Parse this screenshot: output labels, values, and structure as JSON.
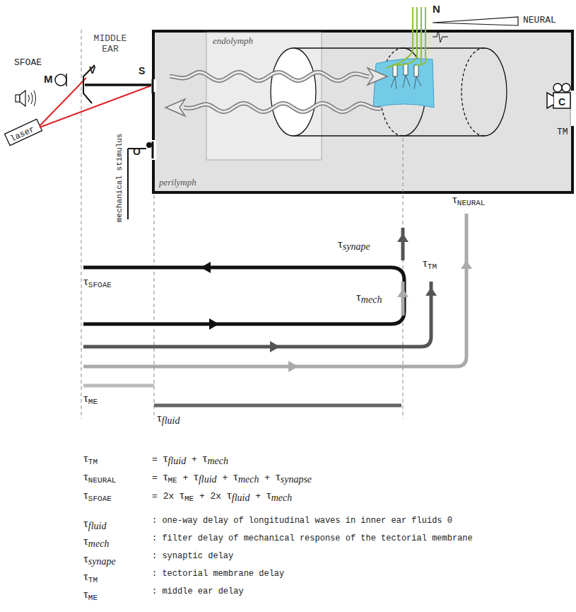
{
  "diagram": {
    "nodes": [
      {
        "text": [
          "endolymph",
          "perilymph"
        ]
      }
    ],
    "labels": [
      "MIDDLE EAR",
      "SFOAE",
      "M",
      "V",
      "S",
      "O",
      "laser",
      "mechanical stimulus",
      "N",
      "NEURAL",
      "C",
      "TM",
      "τNEURAL",
      "τsynape",
      "τTM",
      "τmech",
      "τSFOAE",
      "τME",
      "τfluid",
      "τTM",
      "= τfluid + τmech",
      "τNEURAL",
      "= τME + τfluid + τmech + τsynapse",
      "τSFOAE",
      "= 2x τME + 2x τfluid + τmech",
      "τfluid",
      ": one-way delay of longitudinal waves in inner ear fluids 0",
      "τmech",
      ": filter delay of mechanical response of the tectorial membrane",
      "τsynape",
      ": synaptic delay",
      "τTM",
      ": tectorial membrane delay",
      "τME",
      ": middle ear delay"
    ]
  }
}
